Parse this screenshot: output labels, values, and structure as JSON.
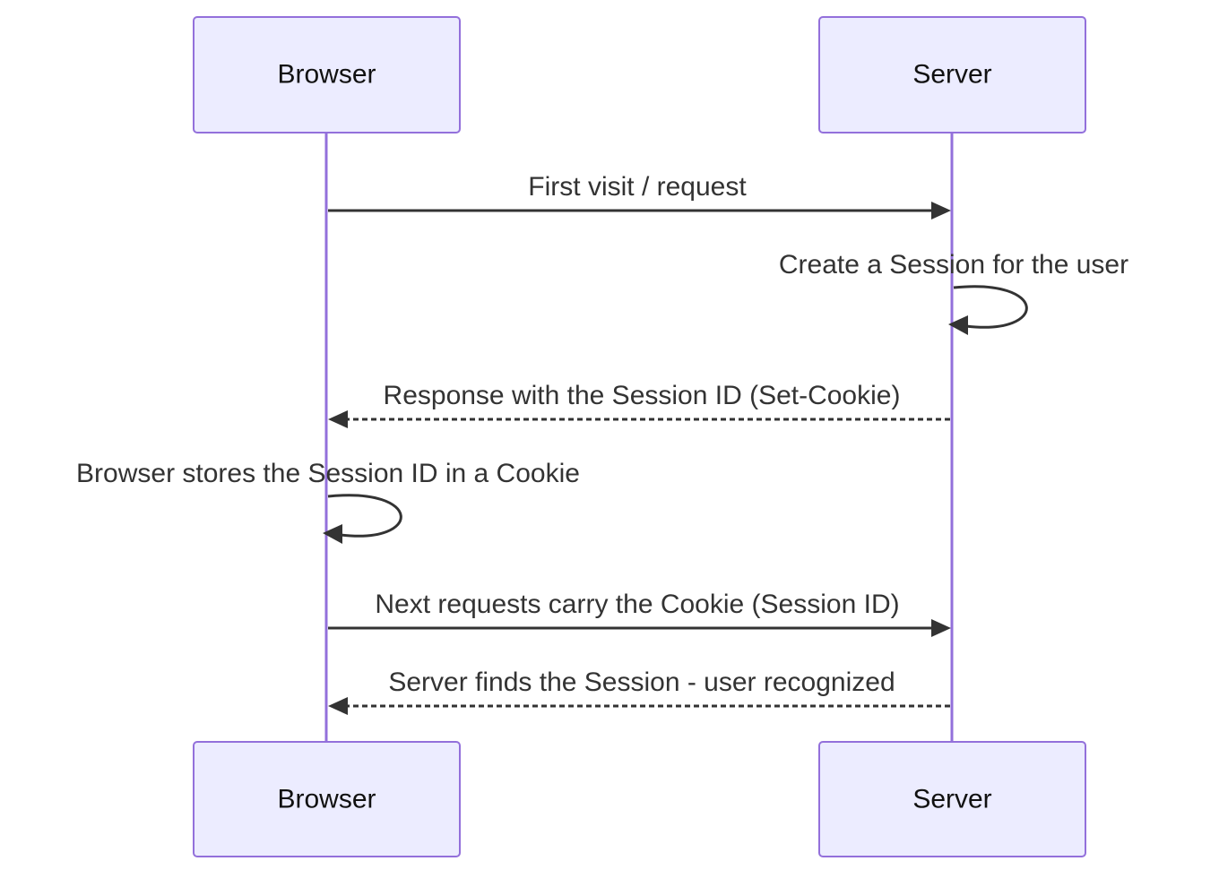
{
  "diagram": {
    "type": "sequence",
    "participants": [
      {
        "id": "browser",
        "label": "Browser"
      },
      {
        "id": "server",
        "label": "Server"
      }
    ],
    "messages": [
      {
        "from": "browser",
        "to": "server",
        "style": "solid",
        "label": "First visit / request"
      },
      {
        "from": "server",
        "to": "server",
        "style": "solid",
        "label": "Create a Session for the user"
      },
      {
        "from": "server",
        "to": "browser",
        "style": "dashed",
        "label": "Response with the Session ID (Set-Cookie)"
      },
      {
        "from": "browser",
        "to": "browser",
        "style": "solid",
        "label": "Browser stores the Session ID in a Cookie"
      },
      {
        "from": "browser",
        "to": "server",
        "style": "solid",
        "label": "Next requests carry the Cookie (Session ID)"
      },
      {
        "from": "server",
        "to": "browser",
        "style": "dashed",
        "label": "Server finds the Session - user recognized"
      }
    ],
    "colors": {
      "actor_fill": "#ECECFF",
      "actor_stroke": "#9370DB",
      "lifeline": "#9370DB",
      "message": "#333333"
    }
  }
}
